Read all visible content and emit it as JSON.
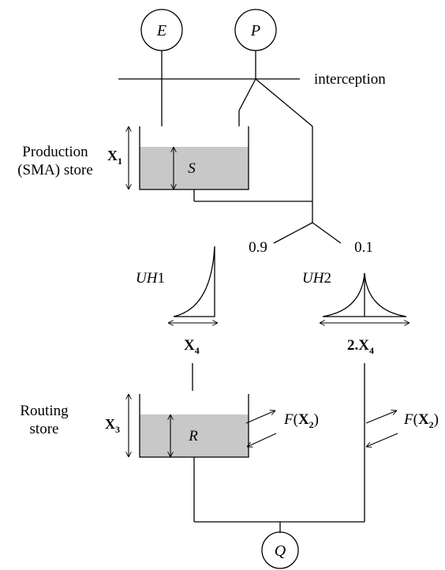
{
  "nodes": {
    "evaporation": "E",
    "precipitation": "P",
    "discharge": "Q"
  },
  "labels": {
    "interception": "interception",
    "production_line1": "Production",
    "production_line2": "(SMA) store",
    "routing_line1": "Routing",
    "routing_line2": "store",
    "split_left": "0.9",
    "split_right": "0.1",
    "uh1_italic": "UH",
    "uh1_num": "1",
    "uh2_italic": "UH",
    "uh2_num": "2"
  },
  "stores": {
    "production_level": "S",
    "routing_level": "R"
  },
  "parameters": {
    "x1_main": "X",
    "x1_sub": "1",
    "x3_main": "X",
    "x3_sub": "3",
    "x4_main": "X",
    "x4_sub": "4",
    "two_x4_prefix": "2.X",
    "two_x4_sub": "4",
    "exchange_f": "F",
    "exchange_open": "(",
    "exchange_x": "X",
    "exchange_sub": "2",
    "exchange_close": ")"
  },
  "colors": {
    "water_fill": "#c8c8c8",
    "stroke": "#000000"
  }
}
